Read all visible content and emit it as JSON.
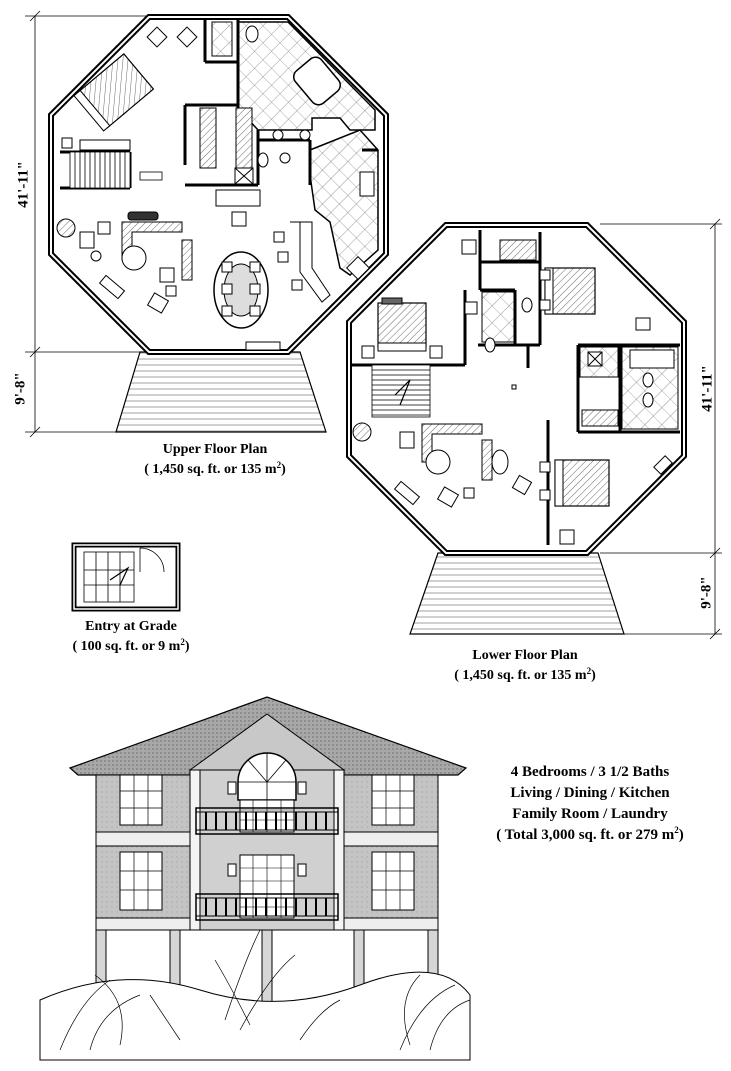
{
  "upper_plan": {
    "title": "Upper Floor Plan",
    "area_prefix": "( 1,450 sq. ft. or 135 m",
    "area_sup": "2",
    "area_suffix": ")",
    "dim_height": "41'-11\"",
    "dim_deck": "9'-8\""
  },
  "lower_plan": {
    "title": "Lower Floor Plan",
    "area_prefix": "( 1,450 sq. ft. or 135 m",
    "area_sup": "2",
    "area_suffix": ")",
    "dim_height": "41'-11\"",
    "dim_deck": "9'-8\""
  },
  "entry": {
    "title": "Entry at Grade",
    "area_prefix": "( 100 sq. ft. or 9 m",
    "area_sup": "2",
    "area_suffix": ")"
  },
  "summary": {
    "line1": "4 Bedrooms / 3 1/2 Baths",
    "line2": "Living / Dining / Kitchen",
    "line3": "Family Room / Laundry",
    "line4_prefix": "( Total 3,000 sq. ft. or 279 m",
    "line4_sup": "2",
    "line4_suffix": ")"
  },
  "colors": {
    "line": "#000000",
    "wall_fill": "#bdbdbd",
    "roof": "#9a9a9a",
    "stucco": "#b8b8b8",
    "trim": "#f2f2f2"
  }
}
